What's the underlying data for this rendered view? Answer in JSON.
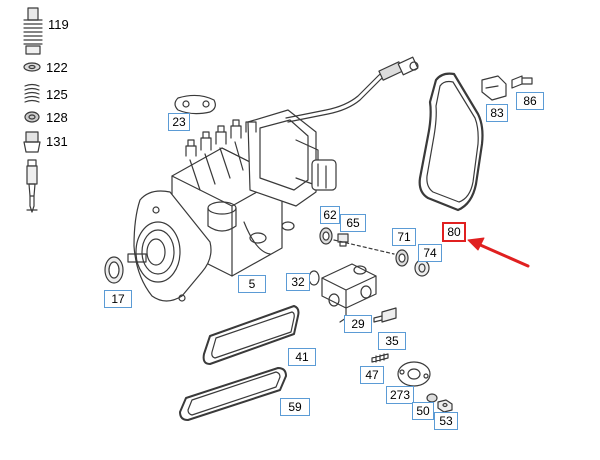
{
  "labels": {
    "l119": "119",
    "l122": "122",
    "l125": "125",
    "l128": "128",
    "l131": "131",
    "l23": "23",
    "l83": "83",
    "l86": "86",
    "l62": "62",
    "l65": "65",
    "l80": "80",
    "l71": "71",
    "l74": "74",
    "l5": "5",
    "l32": "32",
    "l17": "17",
    "l29": "29",
    "l35": "35",
    "l41": "41",
    "l47": "47",
    "l273": "273",
    "l50": "50",
    "l53": "53",
    "l59": "59"
  },
  "colors": {
    "line": "#3a3a3a",
    "callout_border": "#5b9bd5",
    "highlight": "#e02020"
  }
}
